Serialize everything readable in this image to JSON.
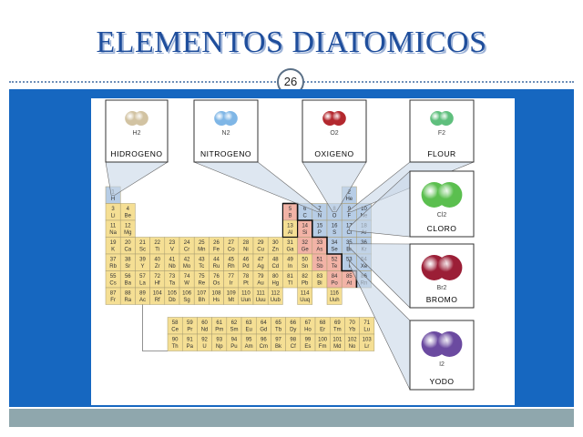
{
  "slide": {
    "title": "ELEMENTOS DIATOMICOS",
    "page_number": "26"
  },
  "colors": {
    "title": "#1f4e9c",
    "panel": "#1667c0",
    "bottom_bar": "#8fa7ad",
    "cell_metal": "#f5df94",
    "cell_nonmetal": "#b7cde6",
    "cell_metalloid": "#f2b3a6",
    "callout": "#c8d7e8"
  },
  "molecules": [
    {
      "formula": "H2",
      "name": "HIDROGENO",
      "color": "#d2c3a2",
      "element": "H"
    },
    {
      "formula": "N2",
      "name": "NITROGENO",
      "color": "#7fb6e6",
      "element": "N"
    },
    {
      "formula": "O2",
      "name": "OXIGENO",
      "color": "#b3282e",
      "element": "O"
    },
    {
      "formula": "F2",
      "name": "FLOUR",
      "color": "#5fbf7d",
      "element": "F"
    },
    {
      "formula": "Cl2",
      "name": "CLORO",
      "color": "#5bbf4f",
      "element": "Cl"
    },
    {
      "formula": "Br2",
      "name": "BROMO",
      "color": "#9b1e36",
      "element": "Br"
    },
    {
      "formula": "I2",
      "name": "YODO",
      "color": "#6b4aa0",
      "element": "I"
    }
  ],
  "periodic_table": [
    [
      [
        "1",
        "H"
      ],
      null,
      null,
      null,
      null,
      null,
      null,
      null,
      null,
      null,
      null,
      null,
      null,
      null,
      null,
      null,
      [
        "2",
        "He"
      ]
    ],
    [
      [
        "3",
        "Li"
      ],
      [
        "4",
        "Be"
      ],
      null,
      null,
      null,
      null,
      null,
      null,
      null,
      null,
      null,
      null,
      [
        "5",
        "B"
      ],
      [
        "6",
        "C"
      ],
      [
        "7",
        "N"
      ],
      [
        "8",
        "O"
      ],
      [
        "9",
        "F"
      ],
      [
        "10",
        "Ne"
      ]
    ],
    [
      [
        "11",
        "Na"
      ],
      [
        "12",
        "Mg"
      ],
      null,
      null,
      null,
      null,
      null,
      null,
      null,
      null,
      null,
      null,
      [
        "13",
        "Al"
      ],
      [
        "14",
        "Si"
      ],
      [
        "15",
        "P"
      ],
      [
        "16",
        "S"
      ],
      [
        "17",
        "Cl"
      ],
      [
        "18",
        "Ar"
      ]
    ],
    [
      [
        "19",
        "K"
      ],
      [
        "20",
        "Ca"
      ],
      [
        "21",
        "Sc"
      ],
      [
        "22",
        "Ti"
      ],
      [
        "23",
        "V"
      ],
      [
        "24",
        "Cr"
      ],
      [
        "25",
        "Mn"
      ],
      [
        "26",
        "Fe"
      ],
      [
        "27",
        "Co"
      ],
      [
        "28",
        "Ni"
      ],
      [
        "29",
        "Cu"
      ],
      [
        "30",
        "Zn"
      ],
      [
        "31",
        "Ga"
      ],
      [
        "32",
        "Ge"
      ],
      [
        "33",
        "As"
      ],
      [
        "34",
        "Se"
      ],
      [
        "35",
        "Br"
      ],
      [
        "36",
        "Kr"
      ]
    ],
    [
      [
        "37",
        "Rb"
      ],
      [
        "38",
        "Sr"
      ],
      [
        "39",
        "Y"
      ],
      [
        "40",
        "Zr"
      ],
      [
        "41",
        "Nb"
      ],
      [
        "42",
        "Mo"
      ],
      [
        "43",
        "Tc"
      ],
      [
        "44",
        "Ru"
      ],
      [
        "45",
        "Rh"
      ],
      [
        "46",
        "Pd"
      ],
      [
        "47",
        "Ag"
      ],
      [
        "48",
        "Cd"
      ],
      [
        "49",
        "In"
      ],
      [
        "50",
        "Sn"
      ],
      [
        "51",
        "Sb"
      ],
      [
        "52",
        "Te"
      ],
      [
        "53",
        "I"
      ],
      [
        "54",
        "Xe"
      ]
    ],
    [
      [
        "55",
        "Cs"
      ],
      [
        "56",
        "Ba"
      ],
      [
        "57",
        "La"
      ],
      [
        "72",
        "Hf"
      ],
      [
        "73",
        "Ta"
      ],
      [
        "74",
        "W"
      ],
      [
        "75",
        "Re"
      ],
      [
        "76",
        "Os"
      ],
      [
        "77",
        "Ir"
      ],
      [
        "78",
        "Pt"
      ],
      [
        "79",
        "Au"
      ],
      [
        "80",
        "Hg"
      ],
      [
        "81",
        "Tl"
      ],
      [
        "82",
        "Pb"
      ],
      [
        "83",
        "Bi"
      ],
      [
        "84",
        "Po"
      ],
      [
        "85",
        "At"
      ],
      [
        "86",
        "Rn"
      ]
    ],
    [
      [
        "87",
        "Fr"
      ],
      [
        "88",
        "Ra"
      ],
      [
        "89",
        "Ac"
      ],
      [
        "104",
        "Rf"
      ],
      [
        "105",
        "Db"
      ],
      [
        "106",
        "Sg"
      ],
      [
        "107",
        "Bh"
      ],
      [
        "108",
        "Hs"
      ],
      [
        "109",
        "Mt"
      ],
      [
        "110",
        "Uun"
      ],
      [
        "111",
        "Uuu"
      ],
      [
        "112",
        "Uub"
      ],
      null,
      [
        "114",
        "Uuq"
      ],
      null,
      [
        "116",
        "Uuh"
      ],
      null,
      null
    ]
  ],
  "f_block": [
    [
      [
        "58",
        "Ce"
      ],
      [
        "59",
        "Pr"
      ],
      [
        "60",
        "Nd"
      ],
      [
        "61",
        "Pm"
      ],
      [
        "62",
        "Sm"
      ],
      [
        "63",
        "Eu"
      ],
      [
        "64",
        "Gd"
      ],
      [
        "65",
        "Tb"
      ],
      [
        "66",
        "Dy"
      ],
      [
        "67",
        "Ho"
      ],
      [
        "68",
        "Er"
      ],
      [
        "69",
        "Tm"
      ],
      [
        "70",
        "Yb"
      ],
      [
        "71",
        "Lu"
      ]
    ],
    [
      [
        "90",
        "Th"
      ],
      [
        "91",
        "Pa"
      ],
      [
        "92",
        "U"
      ],
      [
        "93",
        "Np"
      ],
      [
        "94",
        "Pu"
      ],
      [
        "95",
        "Am"
      ],
      [
        "96",
        "Cm"
      ],
      [
        "97",
        "Bk"
      ],
      [
        "98",
        "Cf"
      ],
      [
        "99",
        "Es"
      ],
      [
        "100",
        "Fm"
      ],
      [
        "101",
        "Md"
      ],
      [
        "102",
        "No"
      ],
      [
        "103",
        "Lr"
      ]
    ]
  ],
  "nonmetals": [
    "H",
    "He",
    "C",
    "N",
    "O",
    "F",
    "Ne",
    "P",
    "S",
    "Cl",
    "Ar",
    "Se",
    "Br",
    "Kr",
    "I",
    "Xe",
    "Rn"
  ],
  "metalloids": [
    "B",
    "Si",
    "Ge",
    "As",
    "Sb",
    "Te",
    "Po",
    "At"
  ]
}
